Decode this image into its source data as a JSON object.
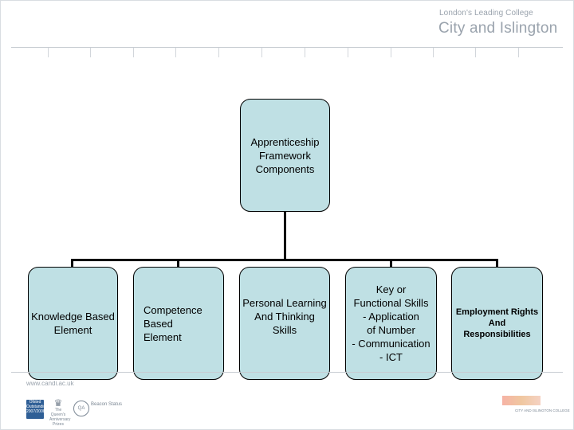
{
  "header": {
    "tagline": "London's Leading College",
    "college_name": "City and Islington"
  },
  "diagram": {
    "root": {
      "line1": "Apprenticeship",
      "line2": "Framework",
      "line3": "Components"
    },
    "children": [
      {
        "lines": [
          "Knowledge Based",
          "Element"
        ]
      },
      {
        "lines": [
          "Competence",
          "Based",
          "Element"
        ]
      },
      {
        "lines": [
          "Personal Learning",
          "And Thinking",
          "Skills"
        ]
      },
      {
        "lines": [
          "Key or",
          "Functional Skills",
          "- Application",
          "of Number",
          "- Communication",
          "-  ICT"
        ]
      },
      {
        "lines": [
          "Employment Rights",
          "And",
          "Responsibilities"
        ]
      }
    ]
  },
  "footer": {
    "url": "www.candi.ac.uk",
    "ofsted": "Ofsted Outstanding 2007/2008",
    "crest_text": "The Queen's Anniversary Prizes",
    "beacon_label": "QA",
    "beacon_text": "Beacon Status",
    "logo_text": "CITY AND ISLINGTON COLLEGE"
  },
  "colors": {
    "node_fill": "#bfe0e4",
    "brand_gray": "#9aa3ad"
  }
}
